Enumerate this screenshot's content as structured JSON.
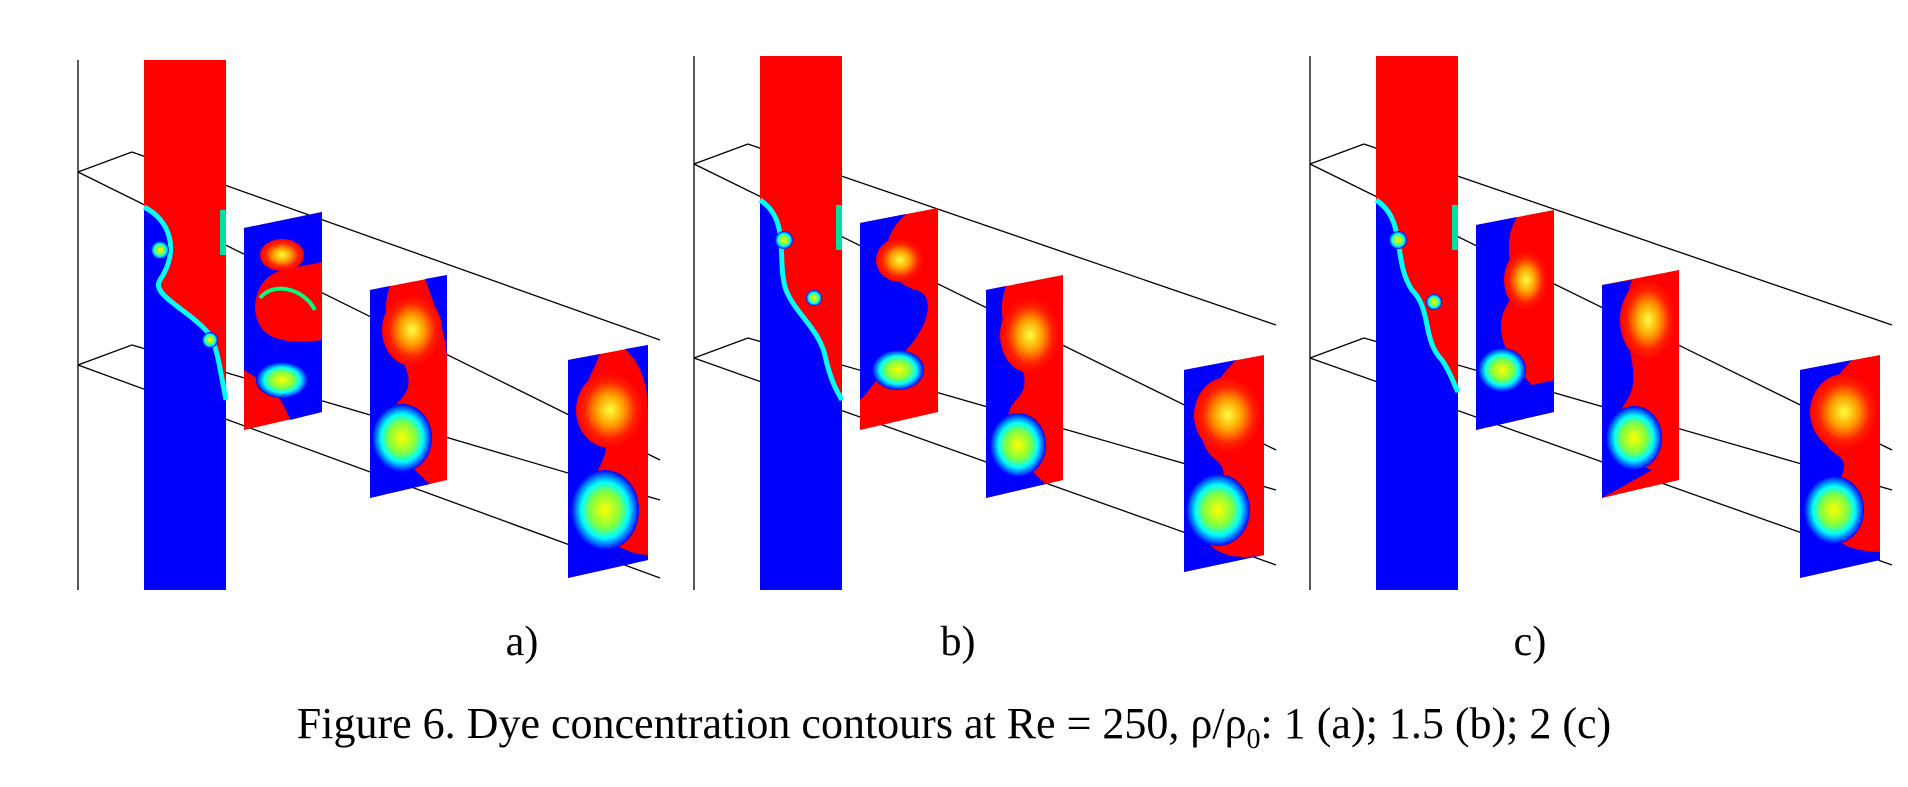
{
  "panels": [
    {
      "id": "a",
      "label": "a)"
    },
    {
      "id": "b",
      "label": "b)"
    },
    {
      "id": "c",
      "label": "c)"
    }
  ],
  "caption": {
    "prefix": "Figure 6. Dye concentration contours at Re = 250, ",
    "ratio_symbol": "ρ/ρ",
    "ratio_subscript": "0",
    "suffix": ": 1 (a); 1.5 (b); 2 (c)"
  },
  "colors": {
    "high_concentration": "#ff0000",
    "low_concentration": "#0000ff",
    "mid_concentration": "#00ffff",
    "transition": "#ffff00",
    "frame_lines": "#000000"
  }
}
